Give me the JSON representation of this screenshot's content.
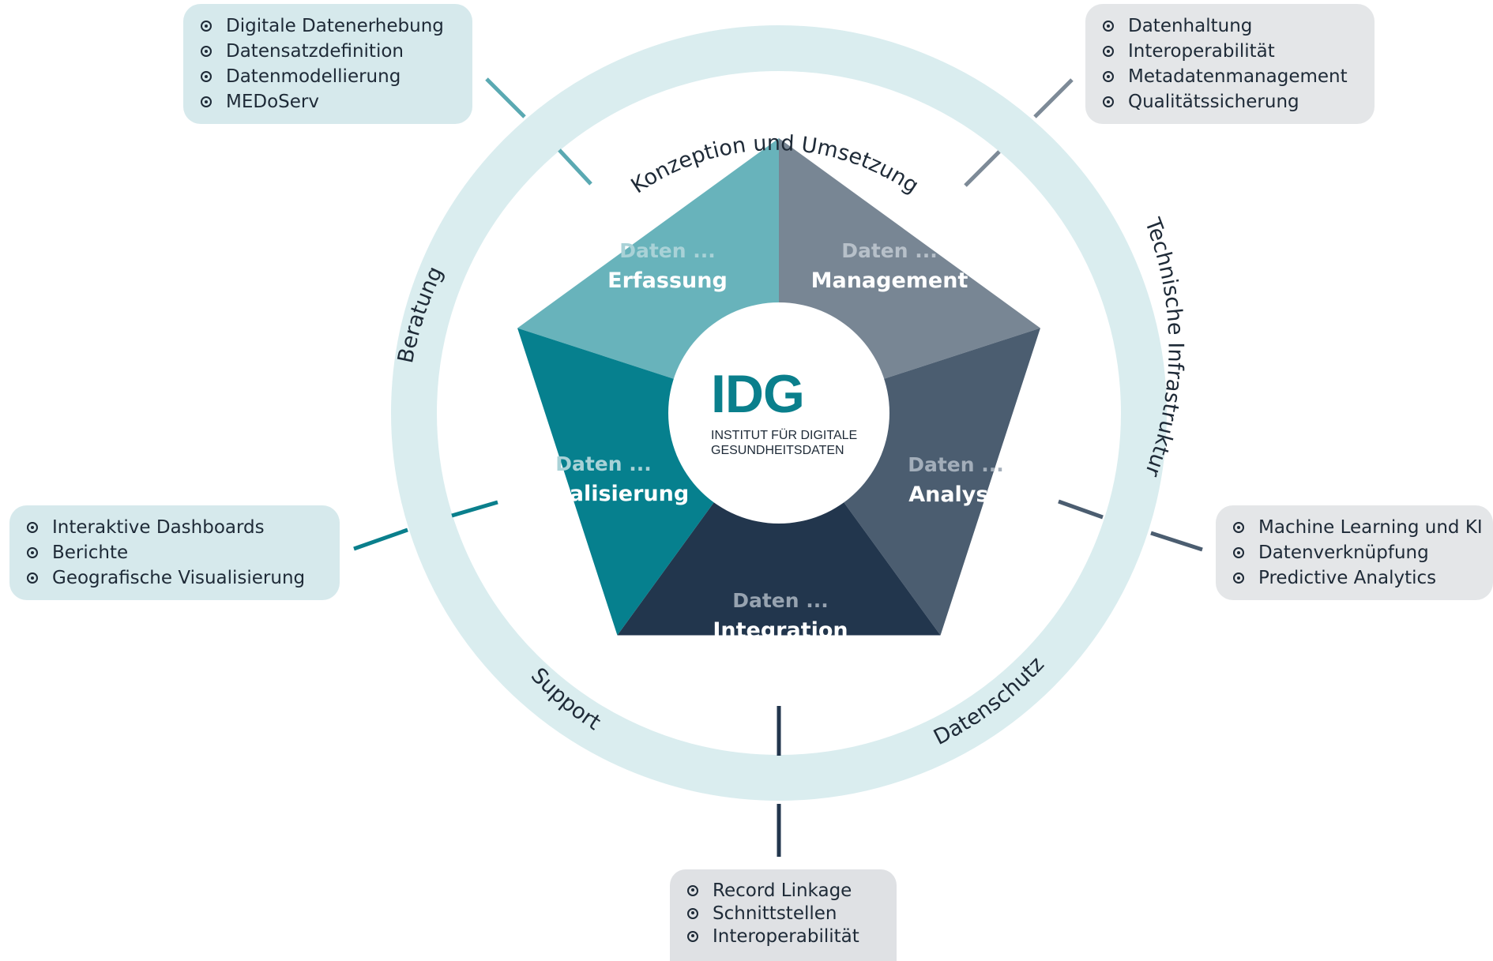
{
  "ring_labels": {
    "top": "Konzeption und Umsetzung",
    "right": "Technische Infrastruktur",
    "left": "Beratung",
    "bottom_left": "Support",
    "bottom_right": "Datenschutz"
  },
  "segments": [
    {
      "prefix": "Daten ...",
      "label": "Erfassung",
      "color": "#68b3bb"
    },
    {
      "prefix": "Daten ...",
      "label": "Management",
      "color": "#788694"
    },
    {
      "prefix": "Daten ...",
      "label": "Analyse",
      "color": "#4b5d70"
    },
    {
      "prefix": "Daten ...",
      "label": "Integration",
      "color": "#22364d"
    },
    {
      "prefix": "Daten ...",
      "label": "Visualisierung",
      "color": "#06808e"
    }
  ],
  "logo": {
    "acronym": "IDG",
    "line1": "INSTITUT FÜR DIGITALE",
    "line2": "GESUNDHEITSDATEN",
    "color": "#0a7f8c"
  },
  "boxes": {
    "top_left": {
      "items": [
        "Digitale Datenerhebung",
        "Datensatzdefinition",
        "Datenmodellierung",
        "MEDoServ"
      ]
    },
    "top_right": {
      "items": [
        "Datenhaltung",
        "Interoperabilität",
        "Metadatenmanagement",
        "Qualitätssicherung"
      ]
    },
    "mid_left": {
      "items": [
        "Interaktive Dashboards",
        "Berichte",
        "Geografische Visualisierung"
      ]
    },
    "mid_right": {
      "items": [
        "Machine Learning und KI",
        "Datenverknüpfung",
        "Predictive Analytics"
      ]
    },
    "bottom": {
      "items": [
        "Record Linkage",
        "Schnittstellen",
        "Interoperabilität"
      ]
    }
  },
  "colors": {
    "ring": "#daedef",
    "prefix_text": "#a9d2d7",
    "prefix_text_dark": "#9ba7b3",
    "label_text": "#ffffff"
  }
}
